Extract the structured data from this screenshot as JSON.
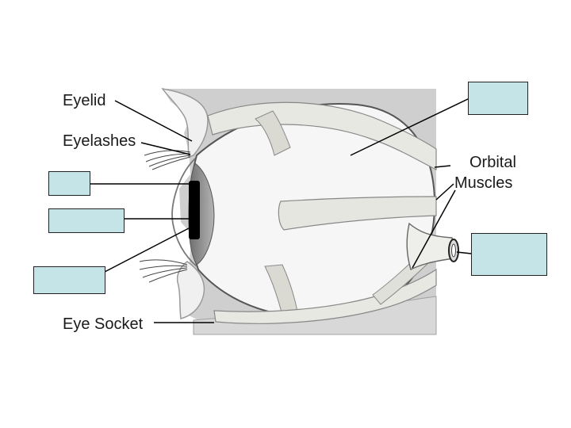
{
  "labels": {
    "eyelid": "Eyelid",
    "eyelashes": "Eyelashes",
    "orbital_line1": "Orbital",
    "orbital_line2": "Muscles",
    "eye_socket": "Eye Socket"
  },
  "colors": {
    "blank_fill": "#c4e4e8",
    "tissue_gray": "#c8c8c8",
    "muscle_fill": "#e6e6e0",
    "pupil": "#000000",
    "iris": "#8a8a8a",
    "line": "#000000"
  }
}
